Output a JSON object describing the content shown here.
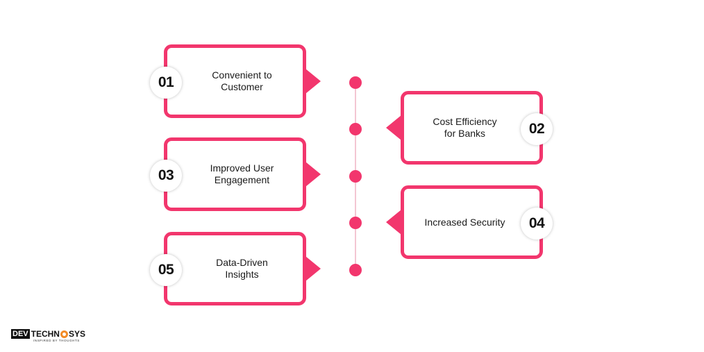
{
  "items": [
    {
      "number": "01",
      "label": "Convenient to\nCustomer"
    },
    {
      "number": "02",
      "label": "Cost Efficiency\nfor Banks"
    },
    {
      "number": "03",
      "label": "Improved User\nEngagement"
    },
    {
      "number": "04",
      "label": "Increased Security"
    },
    {
      "number": "05",
      "label": "Data-Driven\nInsights"
    }
  ],
  "logo": {
    "box_text": "DEV",
    "word_left": "TECHN",
    "word_right": "SYS",
    "tagline": "INSPIRED BY THOUGHTS"
  },
  "colors": {
    "accent": "#f2366d",
    "spine": "#f3c6d3",
    "logo_gear": "#f28c28"
  }
}
